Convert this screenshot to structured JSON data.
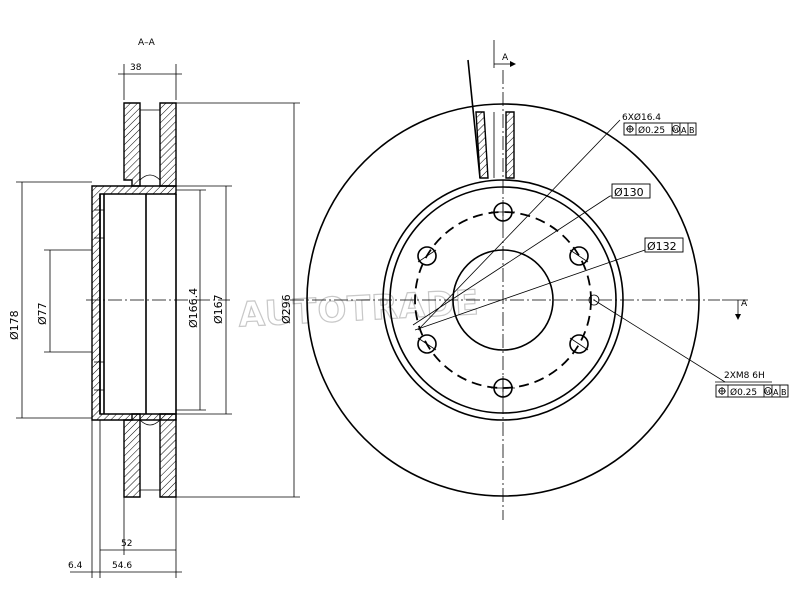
{
  "section_label": "A–A",
  "watermark": "AUTOTRADE",
  "dimensions": {
    "width_38": "38",
    "width_52": "52",
    "width_6_4": "6.4",
    "width_54_6": "54.6",
    "dia_178": "Ø178",
    "dia_77": "Ø77",
    "dia_166_4": "Ø166.4",
    "dia_167": "Ø167",
    "dia_296": "Ø296",
    "dia_130": "Ø130",
    "dia_132": "Ø132"
  },
  "callouts": {
    "holes": "6XØ16.4",
    "holes_tol": "Ø0.25",
    "threads": "2XM8  6H",
    "threads_tol": "Ø0.25",
    "datum_m": "M",
    "datum_a": "A",
    "datum_b": "B"
  },
  "view_markers": {
    "top": "A",
    "right": "A"
  }
}
